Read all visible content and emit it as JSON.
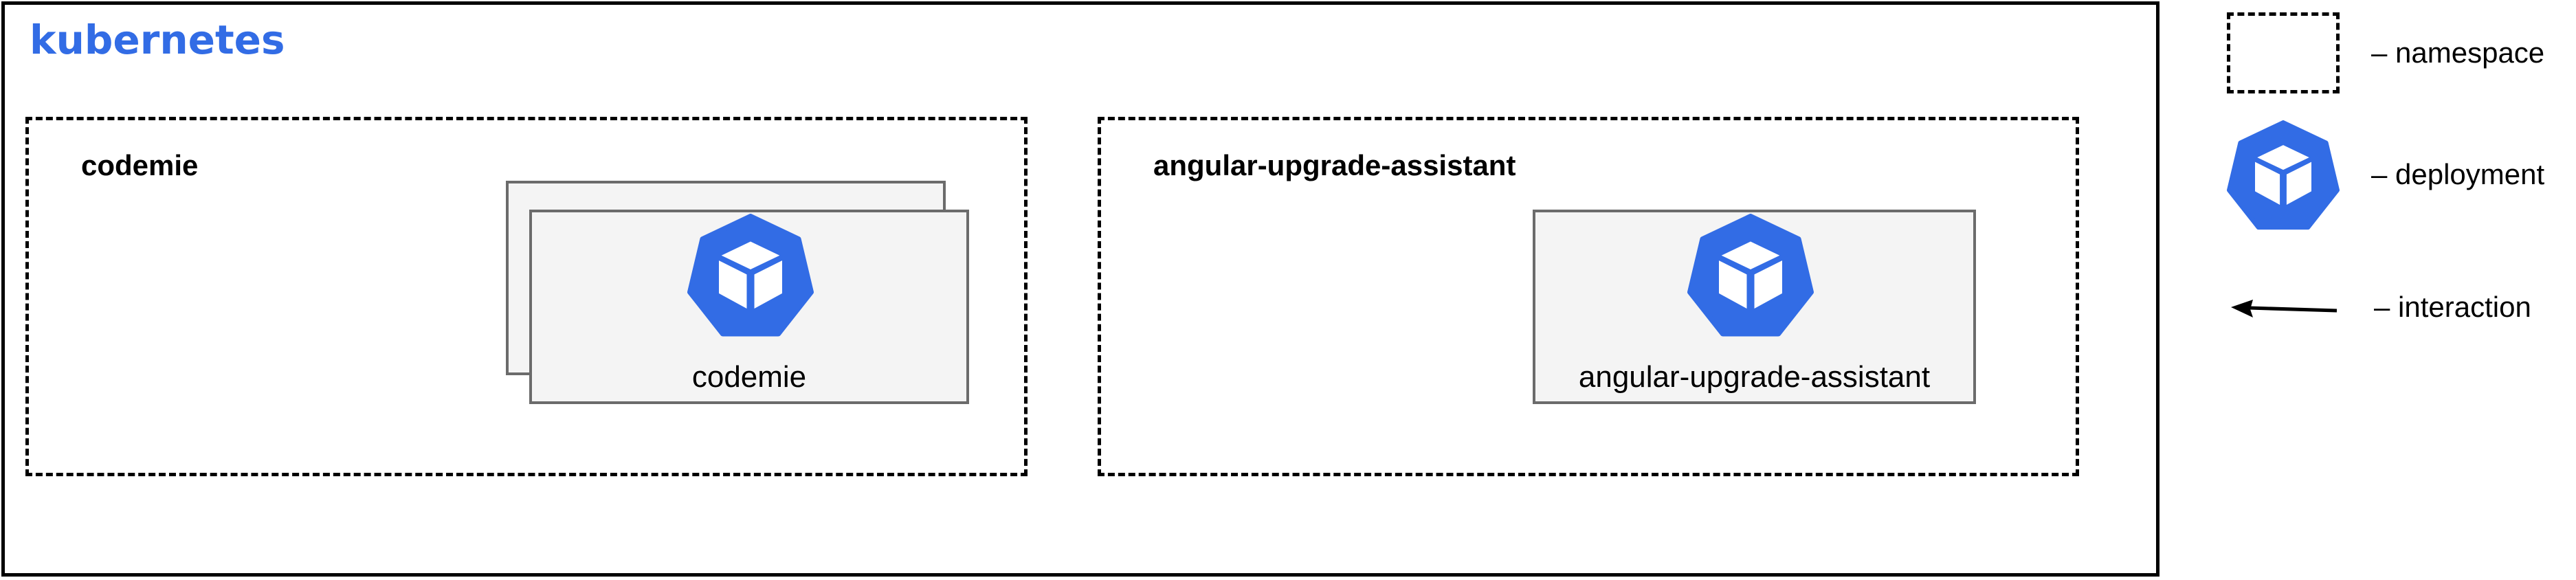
{
  "cluster": {
    "title": "kubernetes"
  },
  "colors": {
    "accent": "#326ce5",
    "deployment_fill": "#f4f4f4",
    "deployment_border": "#6b6b6b"
  },
  "namespaces": [
    {
      "label": "codemie",
      "deployments": [
        {
          "label": "codemie",
          "icon": "kubernetes-deployment-icon",
          "stacked": true
        }
      ]
    },
    {
      "label": "angular-upgrade-assistant",
      "deployments": [
        {
          "label": "angular-upgrade-assistant",
          "icon": "kubernetes-deployment-icon",
          "stacked": false
        }
      ]
    }
  ],
  "legend": {
    "namespace": "– namespace",
    "deployment": "– deployment",
    "interaction": "– interaction"
  }
}
